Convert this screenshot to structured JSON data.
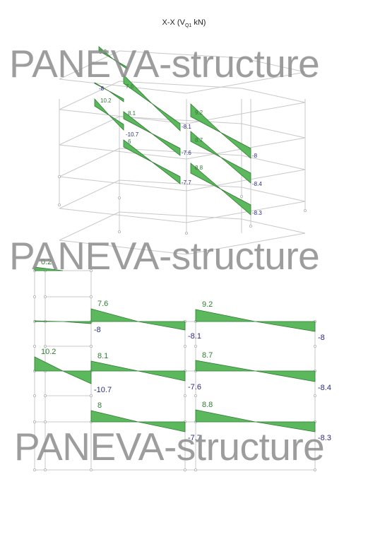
{
  "title": {
    "prefix": "X-X (V",
    "subscript": "Q1",
    "suffix": " kN)"
  },
  "watermark": "PANEVA-structure",
  "colors": {
    "diagram_fill": "#5cb85c",
    "diagram_stroke": "#2e7d32",
    "positive_label": "#2e7d32",
    "negative_label": "#2a2a80",
    "frame_line": "#c8c8c8",
    "watermark": "#8c8c8c"
  },
  "iso_view": {
    "beams": [
      {
        "left": "0.2",
        "right": ""
      },
      {
        "left": "",
        "right": "-8"
      },
      {
        "left": "7.6",
        "right": "-8.1"
      },
      {
        "left": "9.2",
        "right": "-8"
      },
      {
        "left": "10.2",
        "right": "-10.7"
      },
      {
        "left": "8.1",
        "right": "-7.6"
      },
      {
        "left": "8.7",
        "right": "-8.4"
      },
      {
        "left": "6",
        "right": "-7.7"
      },
      {
        "left": "8.8",
        "right": "-8.3"
      }
    ]
  },
  "elevation_view": {
    "beams": [
      {
        "level": 4,
        "span": 1,
        "left": "0.2",
        "right": ""
      },
      {
        "level": 3,
        "span": 1,
        "left": "",
        "right": "-8"
      },
      {
        "level": 3,
        "span": 2,
        "left": "7.6",
        "right": "-8.1"
      },
      {
        "level": 3,
        "span": 3,
        "left": "9.2",
        "right": "-8"
      },
      {
        "level": 2,
        "span": 1,
        "left": "10.2",
        "right": "-10.7"
      },
      {
        "level": 2,
        "span": 2,
        "left": "8.1",
        "right": "-7.6"
      },
      {
        "level": 2,
        "span": 3,
        "left": "8.7",
        "right": "-8.4"
      },
      {
        "level": 1,
        "span": 2,
        "left": "8",
        "right": "-7.7"
      },
      {
        "level": 1,
        "span": 3,
        "left": "8.8",
        "right": "-8.3"
      }
    ]
  }
}
